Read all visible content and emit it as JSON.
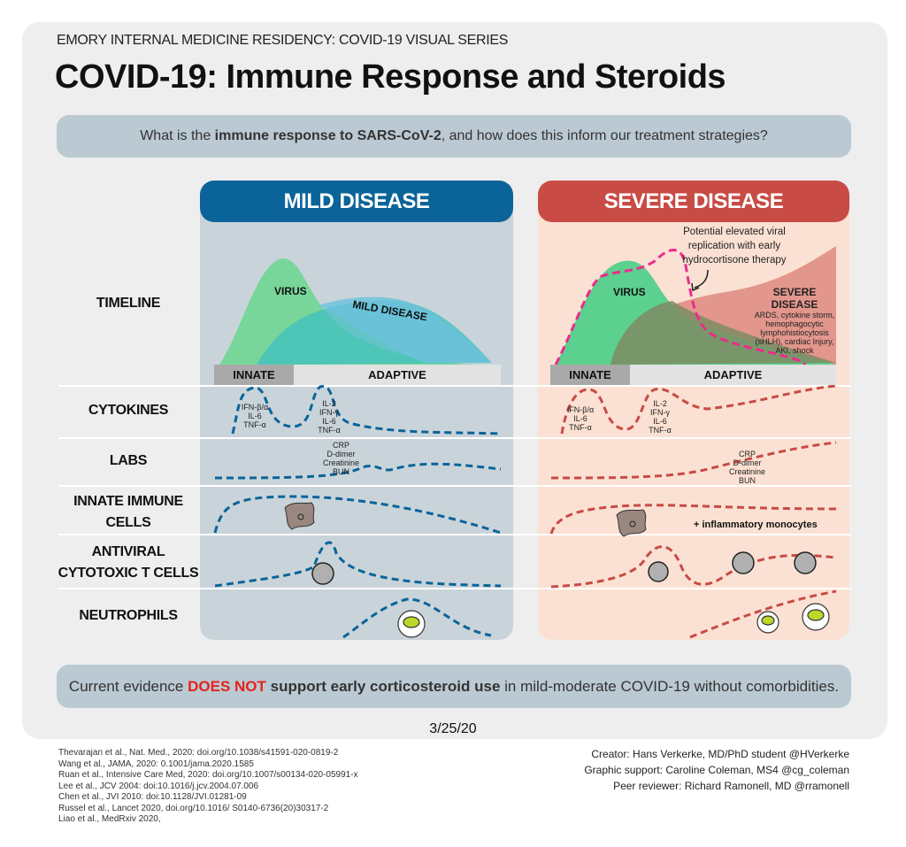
{
  "header": {
    "series": "EMORY INTERNAL MEDICINE RESIDENCY: COVID-19 VISUAL SERIES",
    "title": "COVID-19: Immune Response and Steroids"
  },
  "question": {
    "pre": "What is the ",
    "bold": "immune response to SARS-CoV-2",
    "post": ", and how does this inform our treatment strategies?"
  },
  "rows": {
    "timeline": "TIMELINE",
    "cytokines": "CYTOKINES",
    "labs": "LABS",
    "innate1": "INNATE IMMUNE",
    "innate2": "CELLS",
    "antiviral1": "ANTIVIRAL",
    "antiviral2": "CYTOTOXIC T CELLS",
    "neutrophils": "NEUTROPHILS"
  },
  "mild": {
    "title": "MILD DISEASE",
    "virus": "VIRUS",
    "disease": "MILD DISEASE",
    "innate": "INNATE",
    "adaptive": "ADAPTIVE",
    "cyto1": [
      "IFN-β/α",
      "IL-6",
      "TNF-α"
    ],
    "cyto2": [
      "IL-2",
      "IFN-γ",
      "IL-6",
      "TNF-α"
    ],
    "labs": [
      "CRP",
      "D-dimer",
      "Creatinine",
      "BUN"
    ]
  },
  "severe": {
    "title": "SEVERE DISEASE",
    "annotation": [
      "Potential elevated viral",
      "replication with early",
      "hydrocortisone therapy"
    ],
    "virus": "VIRUS",
    "disease": "SEVERE DISEASE",
    "disease_desc": [
      "ARDS, cytokine storm,",
      "hemophagocytic",
      "lymphohistiocytosis",
      "(sHLH), cardiac Injury,",
      "AKI, shock"
    ],
    "innate": "INNATE",
    "adaptive": "ADAPTIVE",
    "cyto1": [
      "IFN-β/α",
      "IL-6",
      "TNF-α"
    ],
    "cyto2": [
      "IL-2",
      "IFN-γ",
      "IL-6",
      "TNF-α"
    ],
    "labs": [
      "CRP",
      "D-dimer",
      "Creatinine",
      "BUN"
    ],
    "monocytes": "+ inflammatory monocytes"
  },
  "evidence": {
    "pre": "Current evidence ",
    "red": "DOES NOT",
    "bold": " support early corticosteroid use",
    "post": " in mild-moderate COVID-19 without comorbidities."
  },
  "date": "3/25/20",
  "references": [
    "Thevarajan et al., Nat. Med., 2020: doi.org/10.1038/s41591-020-0819-2",
    "Wang et al., JAMA, 2020: 0.1001/jama.2020.1585",
    "Ruan et al., Intensive Care Med, 2020: doi.org/10.1007/s00134-020-05991-x",
    "Lee et al., JCV 2004: doi:10.1016/j.jcv.2004.07.006",
    "Chen et al., JVI 2010: doi:10.1128/JVI.01281-09",
    "Russel et al., Lancet 2020, doi.org/10.1016/ S0140-6736(20)30317-2",
    "Liao et al., MedRxiv 2020,"
  ],
  "credits": [
    "Creator: Hans Verkerke, MD/PhD student @HVerkerke",
    "Graphic support: Caroline Coleman, MS4 @cg_coleman",
    "Peer reviewer: Richard Ramonell, MD @rramonell"
  ],
  "colors": {
    "mild": "#0b6499",
    "severe": "#c84b45",
    "red": "#e4221b",
    "pink": "#ee2a8c",
    "virus": "#5cd08f"
  }
}
